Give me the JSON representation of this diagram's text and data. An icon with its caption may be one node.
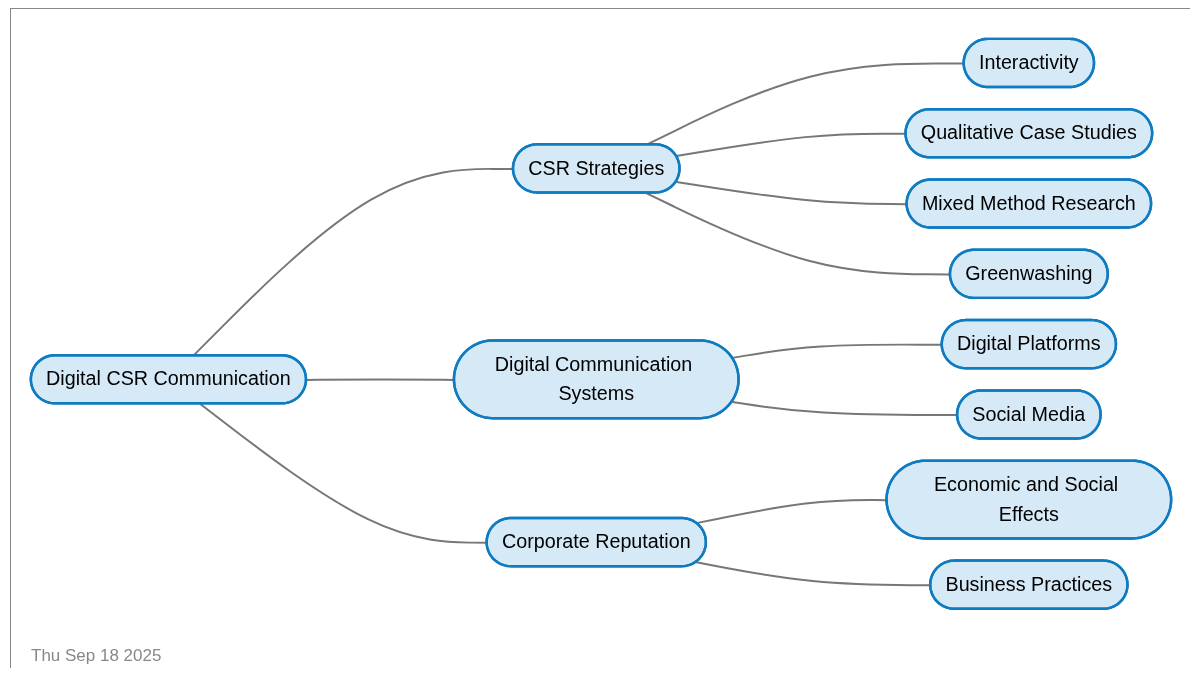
{
  "diagram": {
    "nodes": [
      {
        "text": [
          "Digital CSR Communication"
        ]
      },
      {
        "text": [
          "CSR Strategies"
        ]
      },
      {
        "text": [
          "Digital Communication Systems"
        ]
      },
      {
        "text": [
          "Corporate Reputation"
        ]
      },
      {
        "text": [
          "Interactivity"
        ]
      },
      {
        "text": [
          "Qualitative Case Studies"
        ]
      },
      {
        "text": [
          "Mixed Method Research"
        ]
      },
      {
        "text": [
          "Greenwashing"
        ]
      },
      {
        "text": [
          "Digital Platforms"
        ]
      },
      {
        "text": [
          "Social Media"
        ]
      },
      {
        "text": [
          "Economic and Social Effects"
        ]
      },
      {
        "text": [
          "Business Practices"
        ]
      }
    ],
    "edges": [
      {
        "from": 0,
        "to": 1,
        "arrow": "none"
      },
      {
        "from": 0,
        "to": 2,
        "arrow": "none"
      },
      {
        "from": 0,
        "to": 3,
        "arrow": "none"
      },
      {
        "from": 1,
        "to": 4,
        "arrow": "none"
      },
      {
        "from": 1,
        "to": 5,
        "arrow": "none"
      },
      {
        "from": 1,
        "to": 6,
        "arrow": "none"
      },
      {
        "from": 1,
        "to": 7,
        "arrow": "none"
      },
      {
        "from": 2,
        "to": 8,
        "arrow": "none"
      },
      {
        "from": 2,
        "to": 9,
        "arrow": "none"
      },
      {
        "from": 3,
        "to": 10,
        "arrow": "none"
      },
      {
        "from": 3,
        "to": 11,
        "arrow": "none"
      }
    ],
    "labels": [
      "Thu Sep 18 2025"
    ]
  }
}
